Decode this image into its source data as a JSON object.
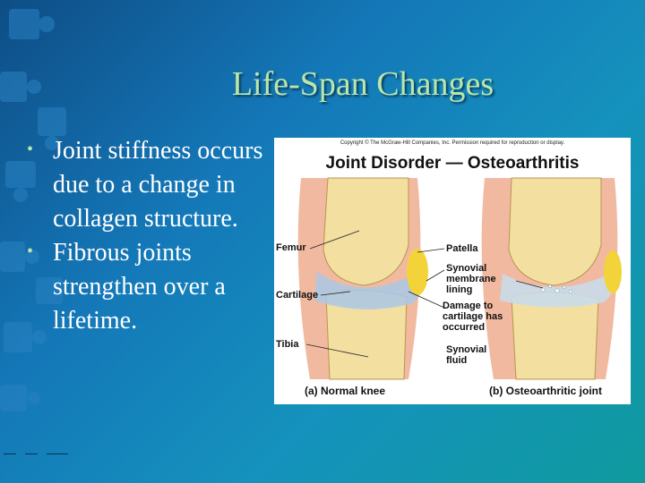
{
  "slide": {
    "title": "Life-Span Changes",
    "bullets": [
      "Joint stiffness occurs due to a change in collagen structure.",
      "Fibrous joints strengthen over a lifetime."
    ]
  },
  "figure": {
    "copyright": "Copyright © The McGraw-Hill Companies, Inc. Permission required for reproduction or display.",
    "title": "Joint Disorder — Osteoarthritis",
    "labels": {
      "femur": "Femur",
      "cartilage": "Cartilage",
      "tibia": "Tibia",
      "patella": "Patella",
      "synovial_membrane_1": "Synovial",
      "synovial_membrane_2": "membrane",
      "synovial_membrane_3": "lining",
      "damage_1": "Damage to",
      "damage_2": "cartilage has",
      "damage_3": "occurred",
      "synovial_fluid_1": "Synovial",
      "synovial_fluid_2": "fluid"
    },
    "captions": {
      "normal": "(a) Normal knee",
      "oa": "(b) Osteoarthritic joint"
    }
  },
  "colors": {
    "title": "#b8e7a8",
    "bone": "#f3dfa0",
    "cartilage": "#a9c8e6",
    "tissue": "#f2b9a1",
    "accent_yellow": "#f3d33a"
  }
}
